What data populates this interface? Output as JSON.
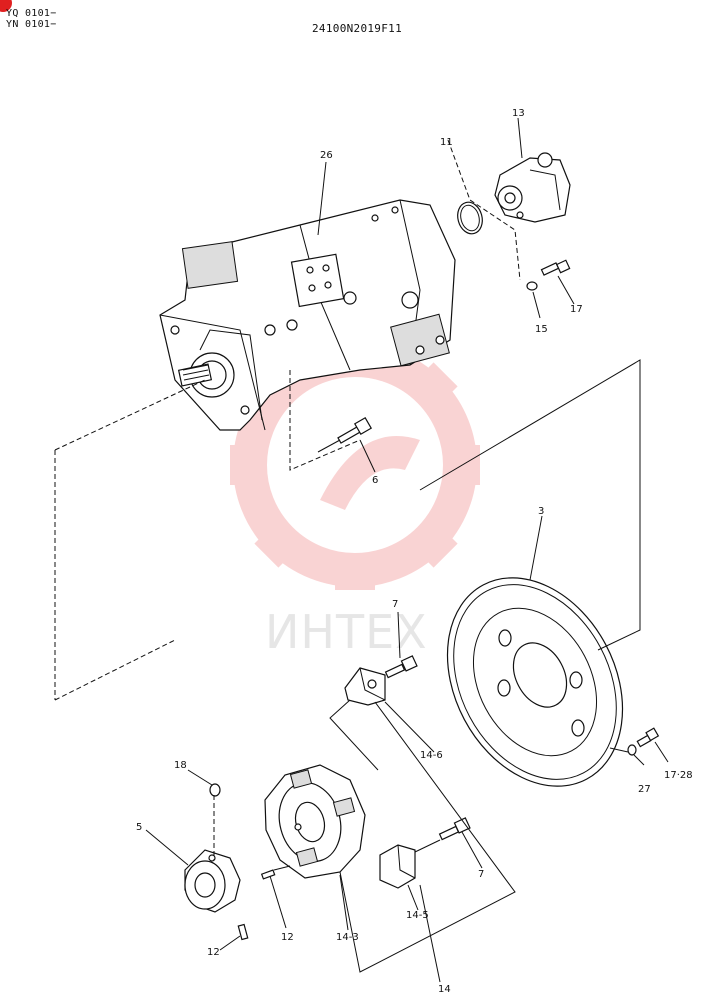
{
  "header": {
    "codes": [
      "YQ 0101−",
      "YN 0101−"
    ],
    "drawing_number": "24100N2019F11"
  },
  "watermark": {
    "text": "ИНТЕХ",
    "color": "#f3a0a0"
  },
  "callouts": {
    "p26": "26",
    "p11": "11",
    "p13": "13",
    "p15": "15",
    "p17a": "17",
    "p6": "6",
    "p3": "3",
    "p7a": "7",
    "p14_6": "14-6",
    "p18": "18",
    "p5": "5",
    "p27": "27",
    "p17_28": "17·28",
    "p7b": "7",
    "p12a": "12",
    "p12b": "12",
    "p14_5": "14-5",
    "p14_3": "14-3",
    "p14": "14"
  }
}
